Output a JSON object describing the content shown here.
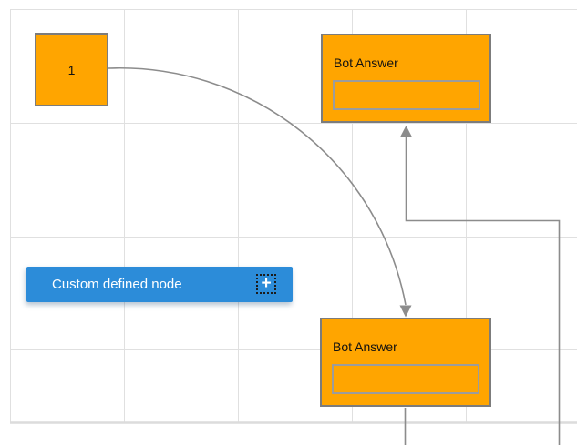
{
  "diagram": {
    "nodes": {
      "start": {
        "label": "1"
      },
      "bot_answer_top": {
        "title": "Bot Answer",
        "input_value": ""
      },
      "bot_answer_bottom": {
        "title": "Bot Answer",
        "input_value": ""
      },
      "custom": {
        "label": "Custom defined node",
        "plus_icon": "+"
      }
    },
    "colors": {
      "node_fill": "#FFA500",
      "node_border": "#7C7C7C",
      "input_border": "#9C9C9C",
      "custom_node_fill": "#2C8CD9",
      "custom_node_text": "#FFFFFF",
      "connector": "#8C8C8C",
      "grid_line": "#E0E0E0",
      "grid_boundary": "#DCDCDC",
      "canvas_background": "#FFFFFF",
      "node_text": "#111111"
    }
  }
}
